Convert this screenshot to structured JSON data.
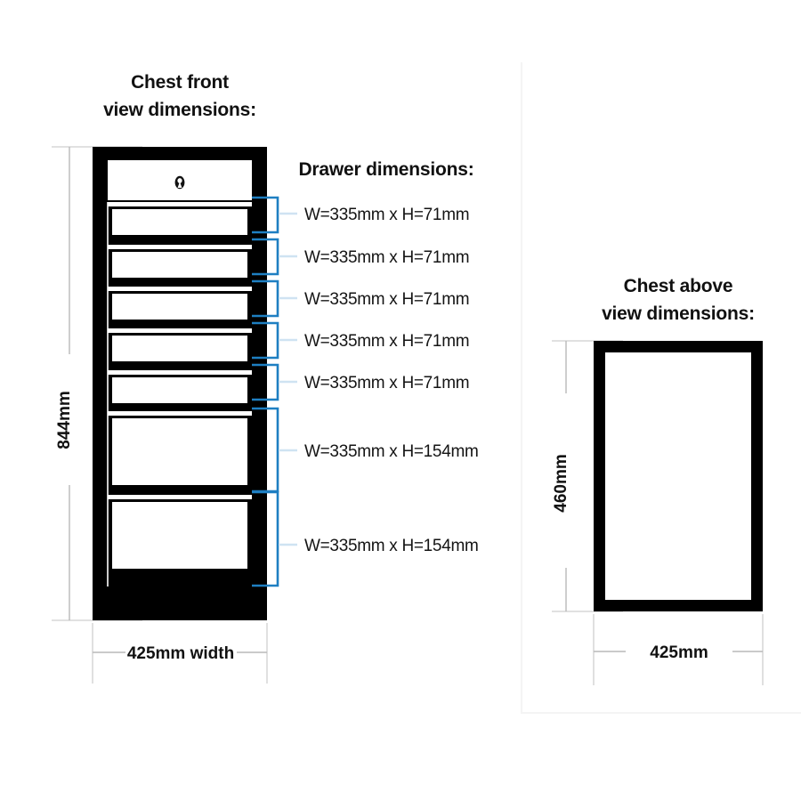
{
  "left_panel": {
    "title_line1": "Chest front",
    "title_line2": "view dimensions:",
    "height_label": "844mm",
    "width_label": "425mm width",
    "lock_icon": "keyhole-icon"
  },
  "drawer_section": {
    "title": "Drawer dimensions:",
    "items": [
      {
        "label": "W=335mm x H=71mm",
        "width_mm": 335,
        "height_mm": 71
      },
      {
        "label": "W=335mm x H=71mm",
        "width_mm": 335,
        "height_mm": 71
      },
      {
        "label": "W=335mm x H=71mm",
        "width_mm": 335,
        "height_mm": 71
      },
      {
        "label": "W=335mm x H=71mm",
        "width_mm": 335,
        "height_mm": 71
      },
      {
        "label": "W=335mm x H=71mm",
        "width_mm": 335,
        "height_mm": 71
      },
      {
        "label": "W=335mm x H=154mm",
        "width_mm": 335,
        "height_mm": 154
      },
      {
        "label": "W=335mm x H=154mm",
        "width_mm": 335,
        "height_mm": 154
      }
    ]
  },
  "right_panel": {
    "title_line1": "Chest above",
    "title_line2": "view dimensions:",
    "depth_label": "460mm",
    "width_label": "425mm"
  },
  "colors": {
    "body": "#000000",
    "callout_blue": "#1e7fc2",
    "leader_blue": "#cfe3f2",
    "dimension_gray": "#b9b9b9",
    "text": "#111111",
    "background": "#ffffff"
  }
}
